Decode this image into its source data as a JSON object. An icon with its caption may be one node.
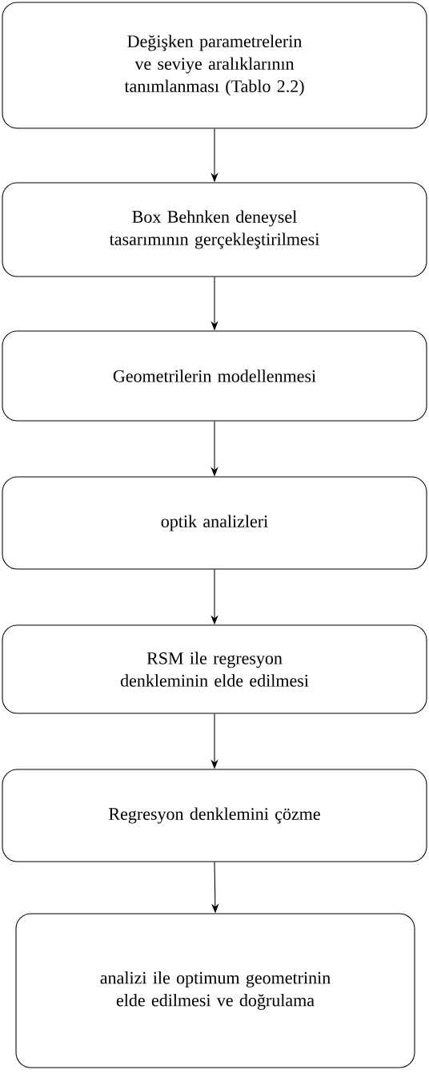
{
  "diagram": {
    "nodes": [
      {
        "text": [
          "Değişken parametrelerin ve seviye aralıklarının tanımlanması (Tablo 2.2)"
        ]
      },
      {
        "text": [
          "Box Behnken deneysel tasarımının gerçekleştirilmesi"
        ]
      },
      {
        "text": [
          "Geometrilerin modellenmesi"
        ]
      },
      {
        "text": [
          "optik analizleri"
        ]
      },
      {
        "text": [
          "RSM ile regresyon denkleminin elde edilmesi"
        ]
      },
      {
        "text": [
          "Regresyon denklemini çözme"
        ]
      },
      {
        "text": [
          "analizi ile optimum geometrinin elde edilmesi ve doğrulama"
        ]
      }
    ],
    "edges": [
      {
        "from": 0,
        "to": 1,
        "arrow": "to"
      },
      {
        "from": 1,
        "to": 2,
        "arrow": "to"
      },
      {
        "from": 2,
        "to": 3,
        "arrow": "to"
      },
      {
        "from": 3,
        "to": 4,
        "arrow": "to"
      },
      {
        "from": 4,
        "to": 5,
        "arrow": "to"
      },
      {
        "from": 5,
        "to": 6,
        "arrow": "to"
      }
    ]
  }
}
